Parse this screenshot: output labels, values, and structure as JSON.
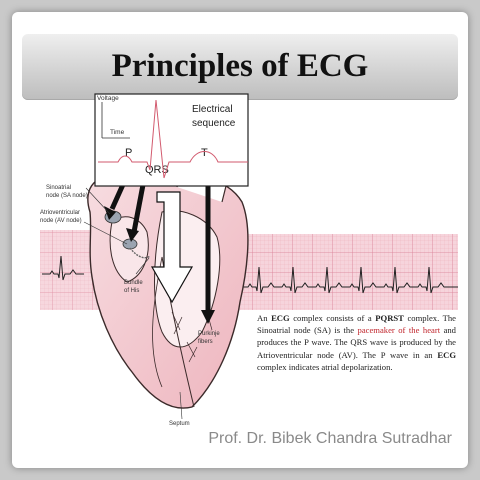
{
  "slide": {
    "title": "Principles of ECG",
    "author": "Prof. Dr. Bibek Chandra Sutradhar"
  },
  "diagram": {
    "inset": {
      "axis_y_label": "Voltage",
      "axis_x_label": "Time",
      "sequence_title_line1": "Electrical",
      "sequence_title_line2": "sequence",
      "wave_p": "P",
      "wave_qrs": "QRS",
      "wave_t": "T"
    },
    "labels": {
      "sa_node_line1": "Sinoatrial",
      "sa_node_line2": "node (SA node)",
      "av_node_line1": "Atrioventricular",
      "av_node_line2": "node (AV node)",
      "bundle_line1": "Bundle",
      "bundle_line2": "of His",
      "purkinje_line1": "Purkinje",
      "purkinje_line2": "fibers",
      "septum": "Septum"
    }
  },
  "description": {
    "p1": "An ",
    "ecg1": "ECG",
    "p2": " complex consists of a ",
    "pqrst": "PQRST",
    "p3": " complex. The Sinoatrial node (SA) is the ",
    "pacemaker": "pacemaker of the heart",
    "p4": " and produces the P wave. The QRS wave is produced by the Atrioventricular node (AV). The P wave in an ",
    "ecg2": "ECG",
    "p5": " complex indicates atrial depolarization."
  },
  "colors": {
    "ecg_trace": "#222222",
    "ecg_paper": "#f6d4dc",
    "heart_pink": "#f3c9cf",
    "highlight_red": "#c0242b",
    "title_bar": "#d3d3d3"
  }
}
